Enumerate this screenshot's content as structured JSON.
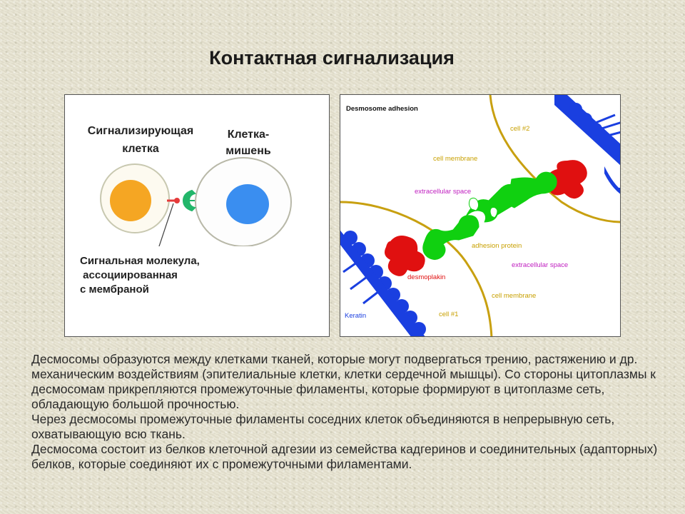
{
  "slide": {
    "title": "Контактная сигнализация",
    "left_panel": {
      "signaling_cell_label": "Сигнализирующая клетка",
      "target_cell_label": "Клетка-\nмишень",
      "molecule_label": "Сигнальная молекула,\n ассоциированная\nс мембраной",
      "colors": {
        "signaling_nucleus": "#f5a623",
        "target_nucleus": "#3a8ef0",
        "receptor": "#22b66a",
        "signal": "#e53a3a"
      }
    },
    "right_panel": {
      "title": "Desmosome adhesion",
      "labels": {
        "cell2": "cell #2",
        "cell_membrane_top": "cell membrane",
        "extracellular_top": "extracellular space",
        "adhesion_protein": "adhesion protein",
        "extracellular_bottom": "extracellular space",
        "desmoplakin": "desmoplakin",
        "cell_membrane_bottom": "cell membrane",
        "keratin": "Keratin",
        "cell1": "cell #1"
      },
      "colors": {
        "keratin": "#1a3fe0",
        "desmoplakin": "#e01010",
        "adhesion": "#10d010",
        "membrane": "#c8a010",
        "label_yellow": "#c8a000",
        "label_magenta": "#c020c0"
      }
    },
    "paragraphs": [
      "Десмосомы образуются между клетками тканей, которые могут подвергаться трению, растяжению и др. механическим воздействиям (эпителиальные клетки, клетки сердечной мышцы). Со стороны цитоплазмы к десмосомам прикрепляются промежуточные филаменты, которые формируют в цитоплазме сеть, обладающую большой прочностью.",
      "Через десмосомы промежуточные филаменты соседних клеток объединяются в непрерывную сеть, охватывающую всю ткань.",
      "Десмосома состоит из белков клеточной адгезии из семейства кадгеринов и соединительных (адапторных) белков, которые соединяют их с промежуточными филаментами."
    ]
  }
}
